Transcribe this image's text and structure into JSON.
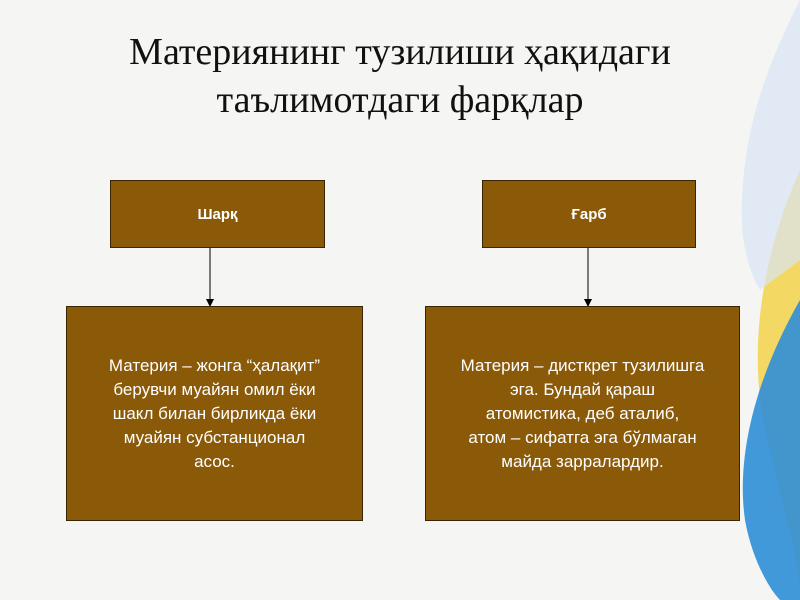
{
  "title": {
    "line1": "Материянинг тузилиши ҳақидаги",
    "line2": "таълимотдаги фарқлар"
  },
  "east": {
    "heading": "Шарқ",
    "lines": [
      "Материя –  жонга “ҳалақит”",
      "берувчи муайян омил ёки",
      "шакл билан бирликда ёки",
      "муайян субстанционал",
      "асос."
    ]
  },
  "west": {
    "heading": "Ғарб",
    "lines": [
      "Материя – дисткрет тузилишга",
      "эга. Бундай қараш",
      "атомистика, деб аталиб,",
      "атом – сифатга эга бўлмаган",
      "майда зарралардир."
    ]
  },
  "colors": {
    "box_fill": "#8b5a09",
    "box_border": "#3a2503",
    "accent_blue": "#2f8fd6",
    "accent_yellow": "#f2d24a"
  }
}
